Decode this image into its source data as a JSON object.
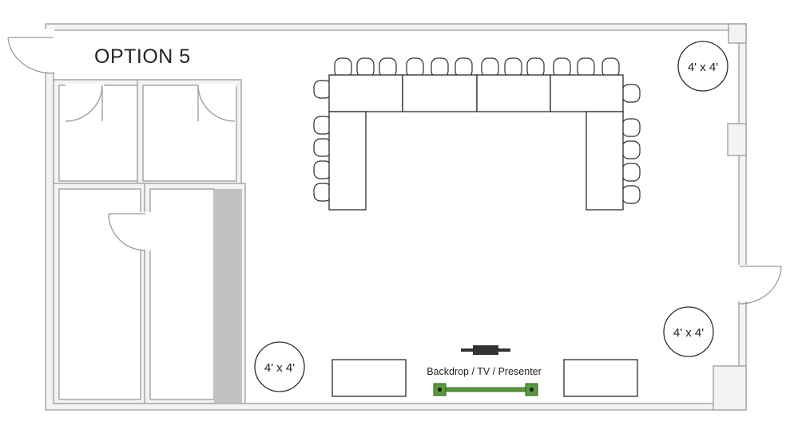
{
  "title": "OPTION 5",
  "round_tables": [
    {
      "label": "4' x 4'"
    },
    {
      "label": "4' x 4'"
    },
    {
      "label": "4' x 4'"
    }
  ],
  "presenter_label": "Backdrop / TV / Presenter",
  "colors": {
    "wall": "#f3f3f3",
    "wall_stroke": "#a8a8a8",
    "furniture_stroke": "#2b2b2b",
    "storage_strip": "#c2c2c2",
    "backdrop_green": "#5a9a3c",
    "tv_dark": "#333333"
  }
}
